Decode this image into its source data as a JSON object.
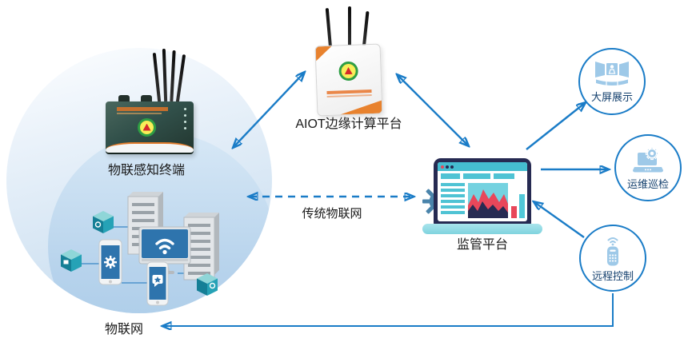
{
  "diagram": {
    "nodes": {
      "sensing_terminal": {
        "label": "物联感知终端"
      },
      "aiot_edge_platform": {
        "label": "AIOT边缘计算平台"
      },
      "supervision_platform": {
        "label": "监管平台"
      },
      "iot_network": {
        "label": "物联网"
      },
      "big_screen": {
        "label": "大屏展示",
        "icon": "video-wall-icon"
      },
      "ops_inspection": {
        "label": "运维巡检",
        "icon": "laptop-gear-icon"
      },
      "remote_control": {
        "label": "远程控制",
        "icon": "remote-control-icon"
      }
    },
    "edges": {
      "traditional_iot": {
        "label": "传统物联网",
        "style": "dashed-double-arrow"
      }
    },
    "colors": {
      "arrow_blue": "#1a7cc7",
      "node_circle_border": "#1a7cc7",
      "node_icon_blue": "#9ec9e8",
      "node_label_navy": "#14406e",
      "text_black": "#1a1a1a",
      "sphere_light": "#e9f2fa",
      "sphere_deep": "#aecdea",
      "laptop_frame": "#262a52",
      "laptop_teal": "#45bdd0",
      "laptop_base": "#8edce6",
      "chart_red": "#e8475a",
      "chart_navy": "#272b52",
      "chart_panel_cyan": "#74d2e0",
      "gear_steel_blue": "#4a84ab",
      "accent_orange": "#e8782e",
      "terminal_teal": "#31504a"
    }
  }
}
